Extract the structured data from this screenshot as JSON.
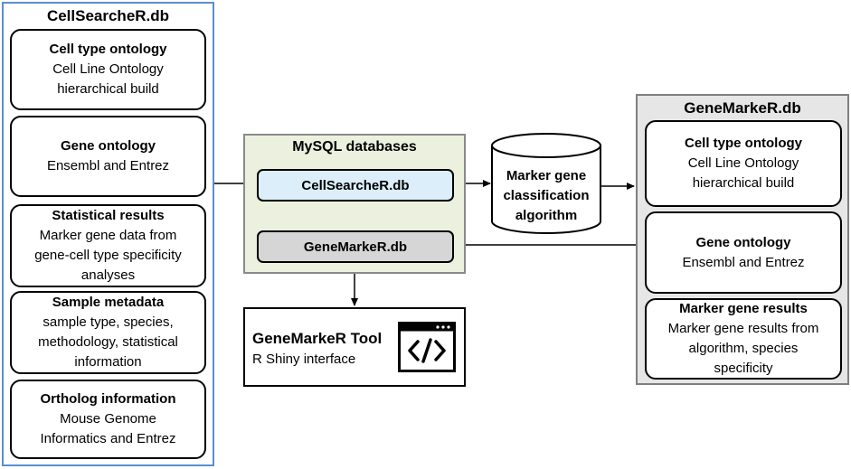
{
  "left_db": {
    "title": "CellSearcheR.db",
    "boxes": [
      {
        "title": "Cell type ontology",
        "lines": [
          "Cell Line Ontology",
          "hierarchical build"
        ]
      },
      {
        "title": "Gene ontology",
        "lines": [
          "Ensembl and Entrez"
        ]
      },
      {
        "title": "Statistical results",
        "lines": [
          "Marker gene data from",
          "gene-cell type specificity",
          "analyses"
        ]
      },
      {
        "title": "Sample metadata",
        "lines": [
          "sample type, species,",
          "methodology, statistical",
          "information"
        ]
      },
      {
        "title": "Ortholog information",
        "lines": [
          "Mouse Genome",
          "Informatics and Entrez"
        ]
      }
    ]
  },
  "mysql": {
    "title": "MySQL databases",
    "items": [
      "CellSearcheR.db",
      "GeneMarkeR.db"
    ]
  },
  "algorithm": {
    "lines": [
      "Marker gene",
      "classification",
      "algorithm"
    ]
  },
  "tool": {
    "title": "GeneMarkeR Tool",
    "subtitle": "R Shiny interface",
    "icon": "code-window-icon"
  },
  "right_db": {
    "title": "GeneMarkeR.db",
    "boxes": [
      {
        "title": "Cell type ontology",
        "lines": [
          "Cell Line Ontology",
          "hierarchical build"
        ]
      },
      {
        "title": "Gene ontology",
        "lines": [
          "Ensembl and Entrez"
        ]
      },
      {
        "title": "Marker gene results",
        "lines": [
          "Marker gene results from",
          "algorithm, species",
          "specificity"
        ]
      }
    ]
  },
  "colors": {
    "left_panel_border": "#5b8fd1",
    "mysql_fill": "#ebf1de",
    "cellsearcher_fill": "#dbeef9",
    "genemarker_fill": "#d6d6d6",
    "right_panel_fill": "#e6e6e6"
  }
}
